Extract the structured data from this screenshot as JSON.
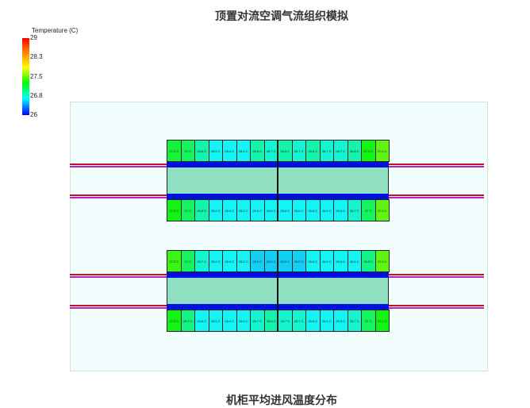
{
  "title": "顶置对流空调气流组织模拟",
  "caption": "机柜平均进风温度分布",
  "legend": {
    "title": "Temperature (C)",
    "ticks": [
      "29",
      "28.3",
      "27.5",
      "26.8",
      "26"
    ],
    "min": 26,
    "max": 29,
    "colors": [
      "#0000ff",
      "#00ffff",
      "#00ff00",
      "#ffff00",
      "#ff8000",
      "#ff0000"
    ]
  },
  "unit": "C",
  "rows": [
    [
      27.1,
      27,
      26.8,
      26.6,
      26.6,
      26.6,
      26.8,
      26.7,
      26.8,
      26.7,
      26.8,
      26.7,
      26.7,
      26.8,
      27.2,
      27.4
    ],
    [
      27.2,
      27,
      26.8,
      26.6,
      26.6,
      26.6,
      26.6,
      26.6,
      26.6,
      26.6,
      26.6,
      26.6,
      26.6,
      26.7,
      27,
      27.4
    ],
    [
      27.3,
      27,
      26.7,
      26.6,
      26.6,
      26.6,
      26.5,
      26.5,
      26.5,
      26.5,
      26.6,
      26.6,
      26.6,
      26.6,
      26.9,
      27.4
    ],
    [
      27.2,
      26.9,
      26.6,
      26.6,
      26.6,
      26.6,
      26.7,
      26.8,
      26.7,
      26.7,
      26.6,
      26.6,
      26.6,
      26.7,
      27,
      27.2
    ]
  ]
}
